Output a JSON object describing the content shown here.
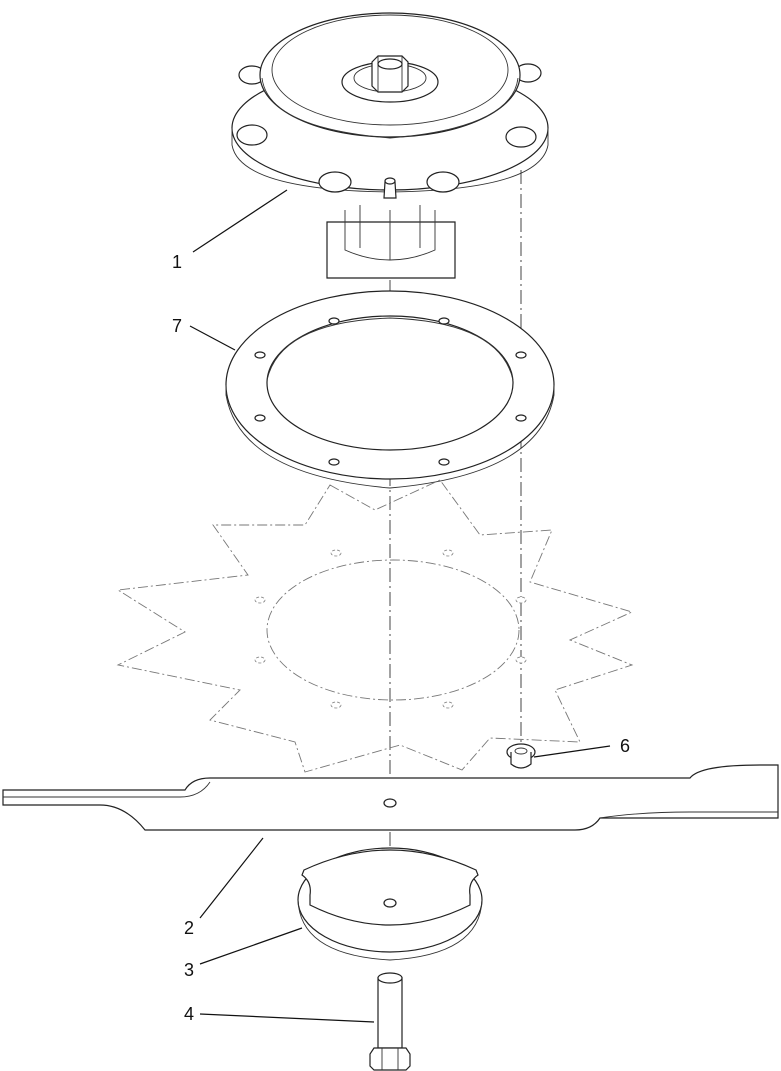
{
  "callouts": [
    {
      "id": "1",
      "label": "1",
      "part": "spindle-assembly"
    },
    {
      "id": "7",
      "label": "7",
      "part": "spacer-ring"
    },
    {
      "id": "6",
      "label": "6",
      "part": "flange-nut"
    },
    {
      "id": "2",
      "label": "2",
      "part": "blade"
    },
    {
      "id": "3",
      "label": "3",
      "part": "blade-cup"
    },
    {
      "id": "4",
      "label": "4",
      "part": "bolt"
    }
  ],
  "colors": {
    "line": "#222222",
    "background": "#ffffff",
    "reference_line": "#777777"
  }
}
